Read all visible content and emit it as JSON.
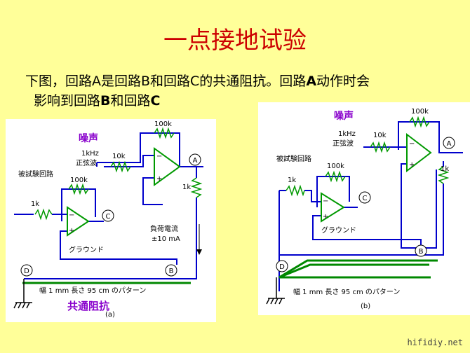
{
  "title": "一点接地试验",
  "description": {
    "line1_a": "下图，回路A是回路B和回路C的共通阻抗。回路",
    "line1_bold": "A",
    "line1_b": "动作时会",
    "line2_a": "影响到回路",
    "line2_bold1": "B",
    "line2_b": "和回路",
    "line2_bold2": "C"
  },
  "diagram_a": {
    "noise_label": "噪声",
    "source_label_1": "1kHz",
    "source_label_2": "正弦波",
    "r_10k": "10k",
    "r_100k_top": "100k",
    "r_100k_lower": "100k",
    "r_1k_input": "1k",
    "r_1k_load": "1k",
    "circuit_label": "被試験回路",
    "node_a": "A",
    "node_b": "B",
    "node_c": "C",
    "node_d": "D",
    "ground_label": "グラウンド",
    "load_current_1": "負荷電流",
    "load_current_2": "±10 mA",
    "pattern_label": "幅 1 mm 長さ 95 cm のパターン",
    "common_impedance": "共通阻抗",
    "sub_label": "(a)",
    "minus": "−",
    "plus": "+"
  },
  "diagram_b": {
    "noise_label": "噪声",
    "source_label_1": "1kHz",
    "source_label_2": "正弦波",
    "r_10k": "10k",
    "r_100k_top": "100k",
    "r_100k_lower": "100k",
    "r_1k_input": "1k",
    "r_1k_load": "1k",
    "circuit_label": "被試験回路",
    "node_a": "A",
    "node_b": "B",
    "node_c": "C",
    "node_d": "D",
    "ground_label": "グラウンド",
    "pattern_label": "幅 1 mm 長さ 95 cm のパターン",
    "sub_label": "(b)",
    "minus": "−",
    "plus": "+"
  },
  "watermark": "hifidiy.net",
  "colors": {
    "background": "#ffff99",
    "title": "#cc0000",
    "noise": "#8800cc",
    "wire": "#0000cc",
    "trace": "#008800",
    "component": "#009900"
  }
}
